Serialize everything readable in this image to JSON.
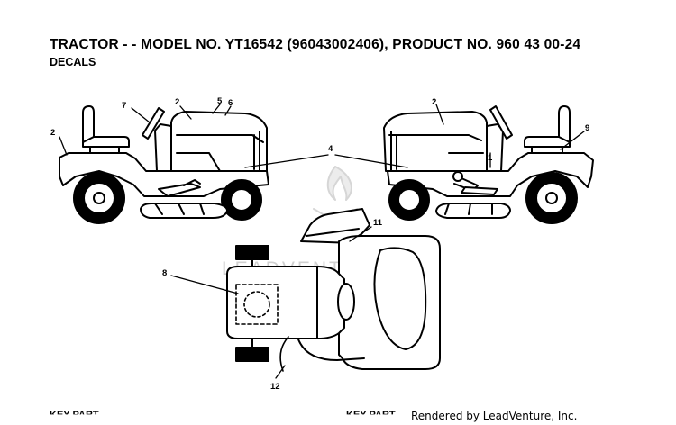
{
  "header": {
    "title": "TRACTOR - - MODEL NO. YT16542 (96043002406), PRODUCT NO. 960 43 00-24",
    "subtitle": "DECALS"
  },
  "callouts": {
    "c2_seat_left": "2",
    "c7": "7",
    "c2_hood_left": "2",
    "c5": "5",
    "c6": "6",
    "c4": "4",
    "c2_hood_right": "2",
    "c9": "9",
    "c1": "1",
    "c11": "11",
    "c8": "8",
    "c12": "12"
  },
  "footer": {
    "left_header": "KEY   PART",
    "mid_header": "KEY   PART",
    "render_note": "Rendered by LeadVenture, Inc."
  },
  "watermark": {
    "text": "LEADVENTURE",
    "color": "#cfcfcf"
  },
  "colors": {
    "line": "#000000",
    "background": "#ffffff"
  }
}
